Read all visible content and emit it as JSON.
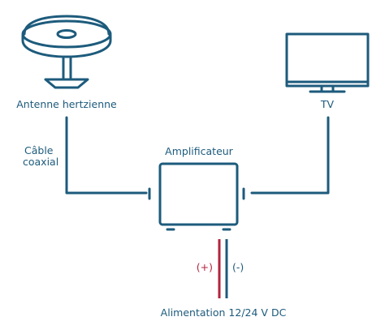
{
  "labels": {
    "antenna": "Antenne hertzienne",
    "tv": "TV",
    "cable_line1": "Câble",
    "cable_line2": "coaxial",
    "amplifier": "Amplificateur",
    "plus": "(+)",
    "minus": "(-)",
    "power": "Alimentation 12/24 V DC"
  },
  "colors": {
    "line": "#1d5b7c",
    "positive_wire": "#b0243f",
    "negative_wire": "#1d5b7c"
  }
}
